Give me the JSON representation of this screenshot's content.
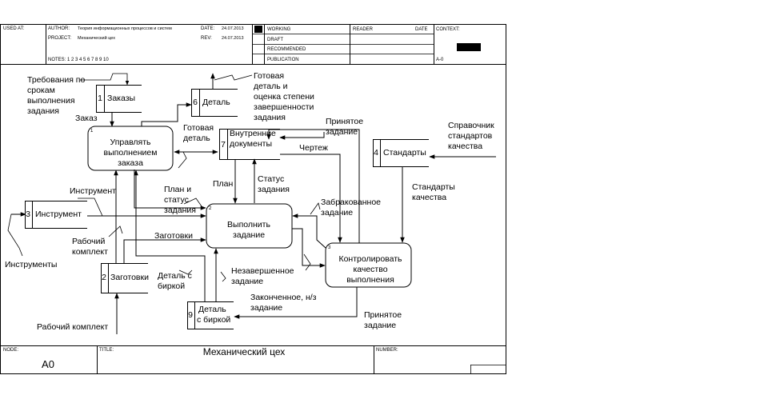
{
  "header": {
    "used_at": "USED AT:",
    "author_label": "AUTHOR:",
    "author_value": "Теория информационных процессов и систем",
    "date_label": "DATE:",
    "date_value": "24.07.2013",
    "project_label": "PROJECT:",
    "project_value": "Механический цех",
    "rev_label": "REV:",
    "rev_value": "24.07.2013",
    "notes": "NOTES:  1  2  3  4  5  6  7  8  9  10",
    "status": [
      "WORKING",
      "DRAFT",
      "RECOMMENDED",
      "PUBLICATION"
    ],
    "reader_label": "READER",
    "reader_date_label": "DATE",
    "context_label": "CONTEXT:",
    "context_node": "A-0"
  },
  "footer": {
    "node_label": "NODE:",
    "node_value": "A0",
    "title_label": "TITLE:",
    "title_value": "Механический цех",
    "number_label": "NUMBER:"
  },
  "activities": [
    {
      "num": "1",
      "lines": [
        "Управлять",
        "выполнением",
        "заказа"
      ]
    },
    {
      "num": "2",
      "lines": [
        "Выполнить",
        "задание"
      ]
    },
    {
      "num": "3",
      "lines": [
        "Контролировать",
        "качество",
        "выполнения"
      ]
    }
  ],
  "stores": [
    {
      "num": "1",
      "label": "Заказы"
    },
    {
      "num": "6",
      "label": "Деталь"
    },
    {
      "num": "7",
      "lines": [
        "Внутренние",
        "документы"
      ]
    },
    {
      "num": "4",
      "label": "Стандарты"
    },
    {
      "num": "3",
      "label": "Инструмент"
    },
    {
      "num": "2",
      "label": "Заготовки"
    },
    {
      "num": "9",
      "lines": [
        "Деталь",
        "с биркой"
      ]
    }
  ],
  "labels": {
    "req": [
      "Требования по",
      "срокам",
      "выполнения",
      "задания"
    ],
    "order": "Заказ",
    "finished_detail": [
      "Готовая",
      "деталь и",
      "оценка степени",
      "завершенности",
      "задания"
    ],
    "finished_detail_short": [
      "Готовая",
      "деталь"
    ],
    "accepted_task_top": [
      "Принятое",
      "задание"
    ],
    "reference": [
      "Справочник",
      "стандартов",
      "качества"
    ],
    "drawing": "Чертеж",
    "plan": "План",
    "plan_status": [
      "План и",
      "статус",
      "задания"
    ],
    "task_status": [
      "Статус",
      "задания"
    ],
    "quality_standards": [
      "Стандарты",
      "качества"
    ],
    "tool": "Инструмент",
    "work_kit_mid": [
      "Рабочий",
      "комплект"
    ],
    "blanks": "Заготовки",
    "rejected": [
      "Забракованное",
      "задание"
    ],
    "tools": "Инструменты",
    "detail_tag": [
      "Деталь с",
      "биркой"
    ],
    "unfinished": [
      "Незавершенное",
      "задание"
    ],
    "finished_nz": [
      "Законченное, н/з",
      "задание"
    ],
    "accepted_task_bottom": [
      "Принятое",
      "задание"
    ],
    "work_kit_bottom": "Рабочий комплект"
  }
}
